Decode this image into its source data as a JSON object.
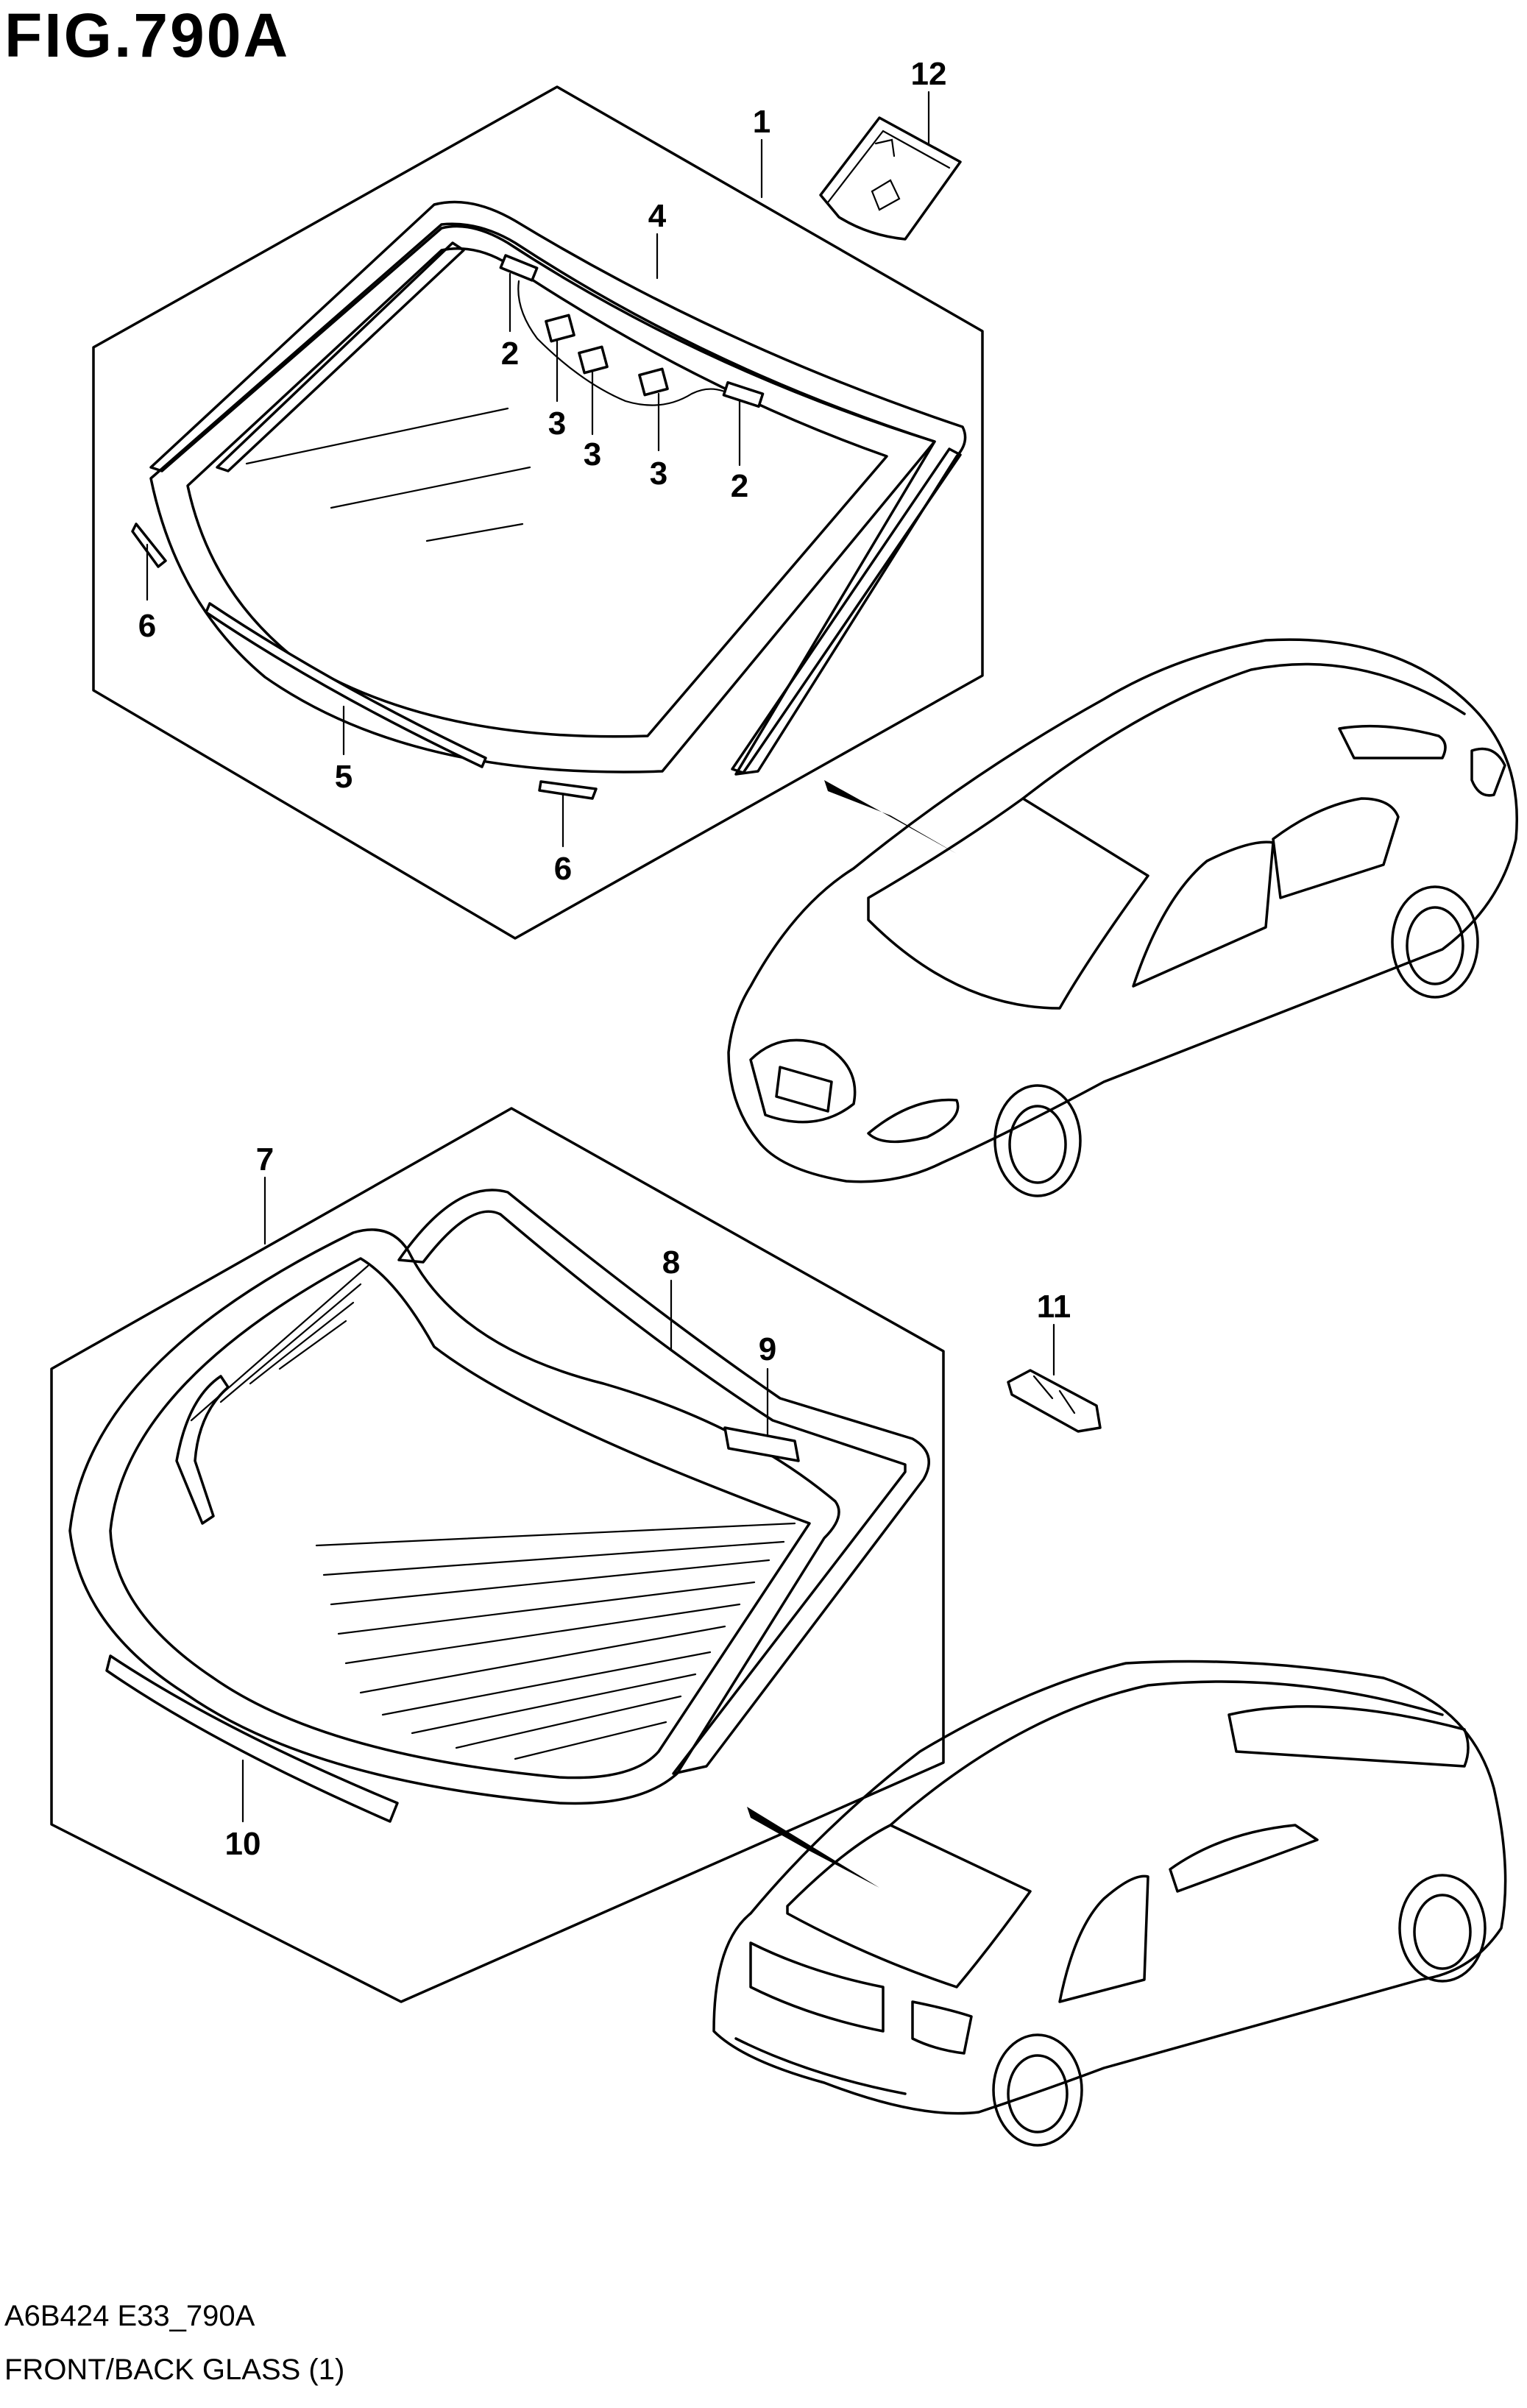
{
  "figure": {
    "title": "FIG.790A",
    "code": "A6B424 E33_790A",
    "caption": "FRONT/BACK GLASS (1)"
  },
  "callouts": {
    "c1": "1",
    "c2a": "2",
    "c2b": "2",
    "c3a": "3",
    "c3b": "3",
    "c3c": "3",
    "c4": "4",
    "c5": "5",
    "c6a": "6",
    "c6b": "6",
    "c7": "7",
    "c8": "8",
    "c9": "9",
    "c10": "10",
    "c11": "11",
    "c12": "12"
  }
}
